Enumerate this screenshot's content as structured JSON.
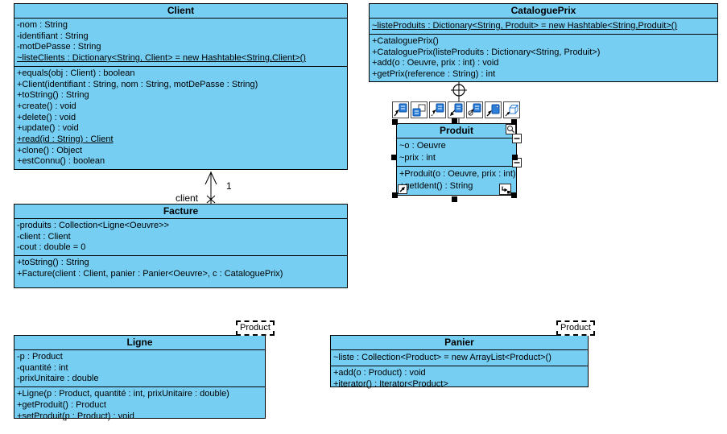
{
  "colors": {
    "class_fill": "#76CEF3",
    "border": "#000000",
    "background": "#FFFFFF",
    "icon_blue": "#2E7FD8",
    "selection_handle": "#000000"
  },
  "classes": {
    "client": {
      "title": "Client",
      "attributes": [
        {
          "text": "-nom : String",
          "underline": false
        },
        {
          "text": "-identifiant : String",
          "underline": false
        },
        {
          "text": "-motDePasse : String",
          "underline": false
        },
        {
          "text": "~listeClients : Dictionary<String, Client> = new Hashtable<String,Client>()",
          "underline": true
        }
      ],
      "methods": [
        {
          "text": "+equals(obj : Client) : boolean",
          "underline": false
        },
        {
          "text": "+Client(identifiant : String, nom : String, motDePasse : String)",
          "underline": false
        },
        {
          "text": "+toString() : String",
          "underline": false
        },
        {
          "text": "+create() : void",
          "underline": false
        },
        {
          "text": "+delete() : void",
          "underline": false
        },
        {
          "text": "+update() : void",
          "underline": false
        },
        {
          "text": "+read(id : String) : Client",
          "underline": true
        },
        {
          "text": "+clone() : Object",
          "underline": false
        },
        {
          "text": "+estConnu() : boolean",
          "underline": false
        }
      ]
    },
    "cataloguePrix": {
      "title": "CataloguePrix",
      "attributes": [
        {
          "text": "~listeProduits : Dictionary<String, Produit>  = new Hashtable<String,Produit>()",
          "underline": true
        }
      ],
      "methods": [
        {
          "text": "+CataloguePrix()",
          "underline": false
        },
        {
          "text": "+CataloguePrix(listeProduits : Dictionary<String, Produit>)",
          "underline": false
        },
        {
          "text": "+add(o : Oeuvre, prix : int) : void",
          "underline": false
        },
        {
          "text": "+getPrix(reference : String) : int",
          "underline": false
        }
      ]
    },
    "produit": {
      "title": "Produit",
      "selected": true,
      "attributes": [
        {
          "text": "~o : Oeuvre",
          "underline": false
        },
        {
          "text": "~prix : int",
          "underline": false
        }
      ],
      "methods": [
        {
          "text": "+Produit(o : Oeuvre, prix : int)",
          "underline": false
        },
        {
          "text": "+getIdent() : String",
          "underline": false
        }
      ]
    },
    "facture": {
      "title": "Facture",
      "attributes": [
        {
          "text": "-produits : Collection<Ligne<Oeuvre>>",
          "underline": false
        },
        {
          "text": "-client : Client",
          "underline": false
        },
        {
          "text": "-cout : double = 0",
          "underline": false
        }
      ],
      "methods": [
        {
          "text": "+toString() : String",
          "underline": false
        },
        {
          "text": "+Facture(client : Client, panier : Panier<Oeuvre>, c : CataloguePrix)",
          "underline": false
        }
      ]
    },
    "ligne": {
      "title": "Ligne",
      "template_parameter": "Product",
      "attributes": [
        {
          "text": "-p : Product",
          "underline": false
        },
        {
          "text": "-quantité : int",
          "underline": false
        },
        {
          "text": "-prixUnitaire : double",
          "underline": false
        }
      ],
      "methods": [
        {
          "text": "+Ligne(p : Product, quantité : int, prixUnitaire : double)",
          "underline": false
        },
        {
          "text": "+getProduit() : Product",
          "underline": false
        },
        {
          "text": "+setProduit(p : Product) : void",
          "underline": false
        }
      ]
    },
    "panier": {
      "title": "Panier",
      "template_parameter": "Product",
      "attributes": [
        {
          "text": "~liste : Collection<Product>  = new ArrayList<Product>()",
          "underline": false
        }
      ],
      "methods": [
        {
          "text": "+add(o : Product) : void",
          "underline": false
        },
        {
          "text": "+iterator() : Iterator<Product>",
          "underline": false
        }
      ]
    }
  },
  "association_client_facture": {
    "role_label": "client",
    "multiplicity": "1"
  },
  "resource_toolbar": {
    "icons": [
      {
        "name": "association-to-class-icon"
      },
      {
        "name": "generalization-class-icon"
      },
      {
        "name": "dependency-to-class-icon"
      },
      {
        "name": "aggregation-to-class-icon"
      },
      {
        "name": "directed-association-to-class-icon"
      },
      {
        "name": "association-to-note-icon"
      },
      {
        "name": "resource-catalog-icon"
      }
    ]
  }
}
